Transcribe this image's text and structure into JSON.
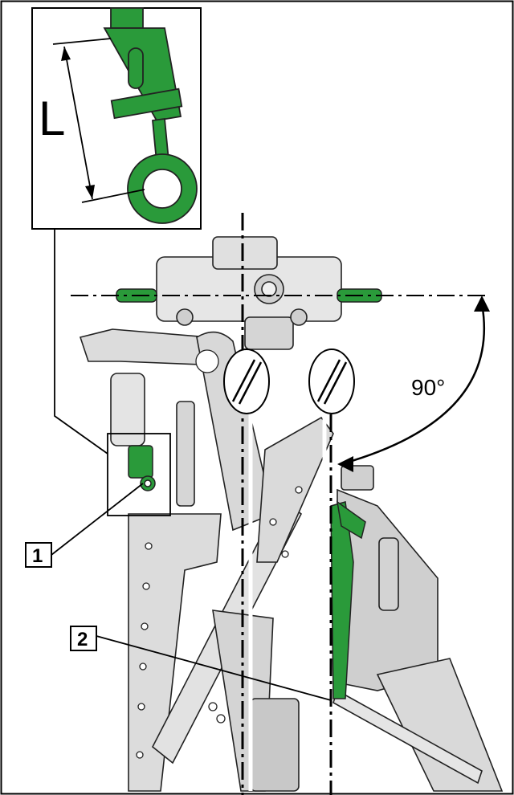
{
  "diagram": {
    "dimension_label": "L",
    "angle_label": "90°",
    "callouts": [
      {
        "id": "1"
      },
      {
        "id": "2"
      }
    ],
    "colors": {
      "highlight": "#2a9a3a",
      "frame": "#d9d9d9",
      "outline": "#222222"
    }
  }
}
